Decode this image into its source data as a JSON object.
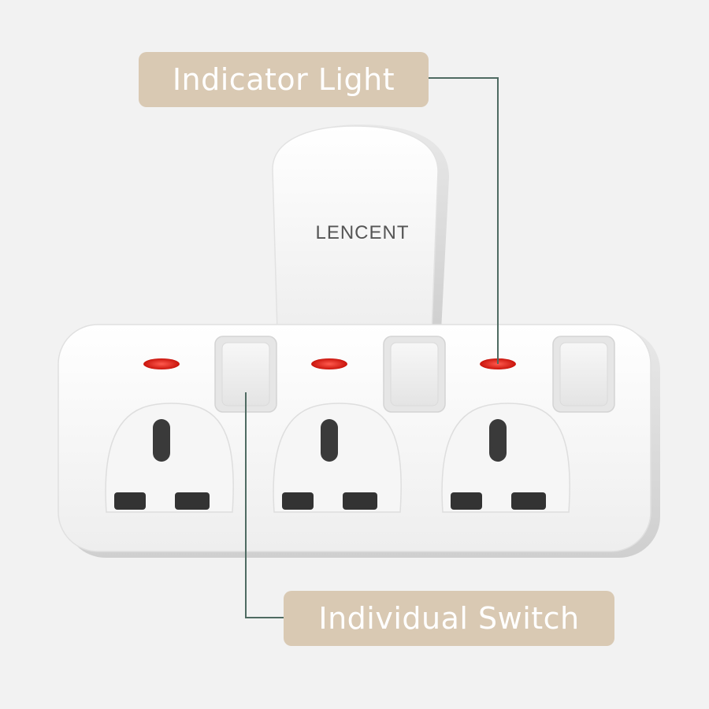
{
  "brand": {
    "logo_text": "LENCENT"
  },
  "callouts": {
    "indicator_label": "Indicator Light",
    "switch_label": "Individual Switch"
  },
  "colors": {
    "background": "#f2f2f2",
    "callout_fill": "#d9c9b3",
    "callout_text": "#ffffff",
    "leader_line": "#4f6b62",
    "indicator_red": "#e0261e",
    "body_white": "#fbfbfb"
  },
  "product": {
    "outlet_count": 3,
    "switch_count": 3,
    "indicator_count": 3
  }
}
